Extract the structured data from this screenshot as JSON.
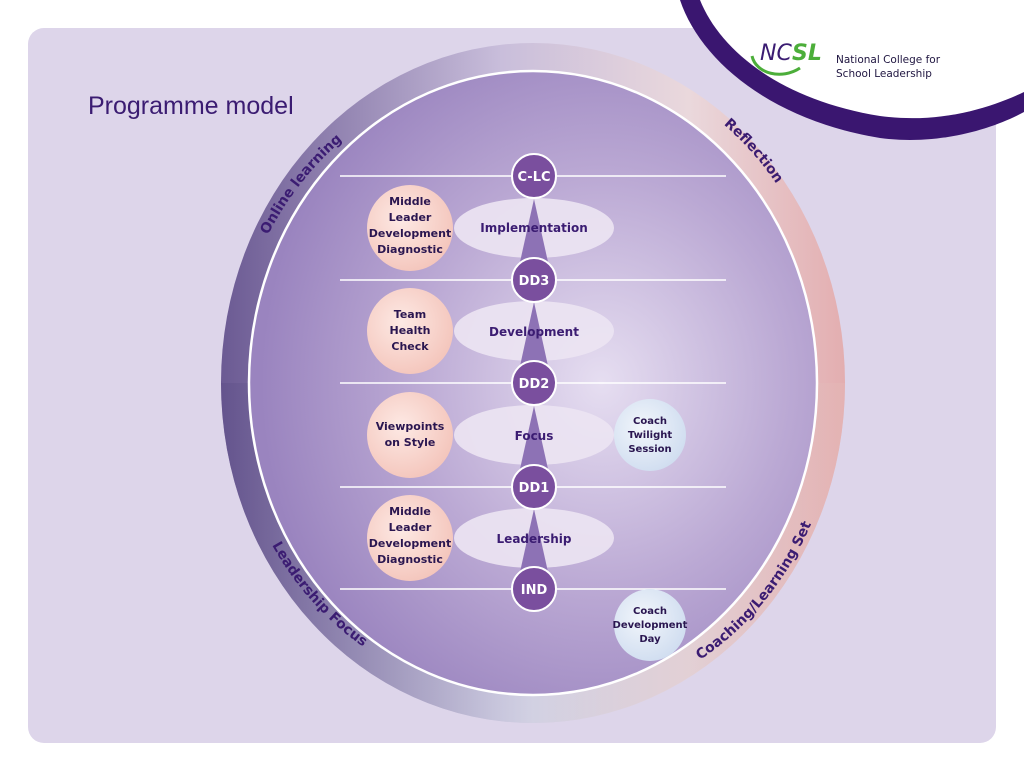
{
  "slide": {
    "title": "Programme model"
  },
  "logo": {
    "mark_prefix": "NC",
    "mark_suffix": "SL",
    "line1": "National College for",
    "line2": "School Leadership"
  },
  "ring_labels": {
    "top_left": "Online learning",
    "top_right": "Reflection",
    "bottom_left": "Leadership Focus",
    "bottom_right": "Coaching/Learning Sets"
  },
  "milestones": [
    "C-LC",
    "DD3",
    "DD2",
    "DD1",
    "IND"
  ],
  "stages": [
    "Implementation",
    "Development",
    "Focus",
    "Leadership"
  ],
  "left_tools": [
    [
      "Middle",
      "Leader",
      "Development",
      "Diagnostic"
    ],
    [
      "Team",
      "Health",
      "Check"
    ],
    [
      "Viewpoints",
      "on Style"
    ],
    [
      "Middle",
      "Leader",
      "Development",
      "Diagnostic"
    ]
  ],
  "right_events": [
    [
      "Coach",
      "Twilight",
      "Session"
    ],
    [
      "Coach",
      "Development",
      "Day"
    ]
  ],
  "colors": {
    "panel": "#ddd5ea",
    "brand_purple": "#3b1c72",
    "node_purple": "#7a4f9e",
    "tool_pink": "#f7cfc6",
    "event_blue": "#dfe8f5",
    "logo_green": "#4cae3a"
  }
}
